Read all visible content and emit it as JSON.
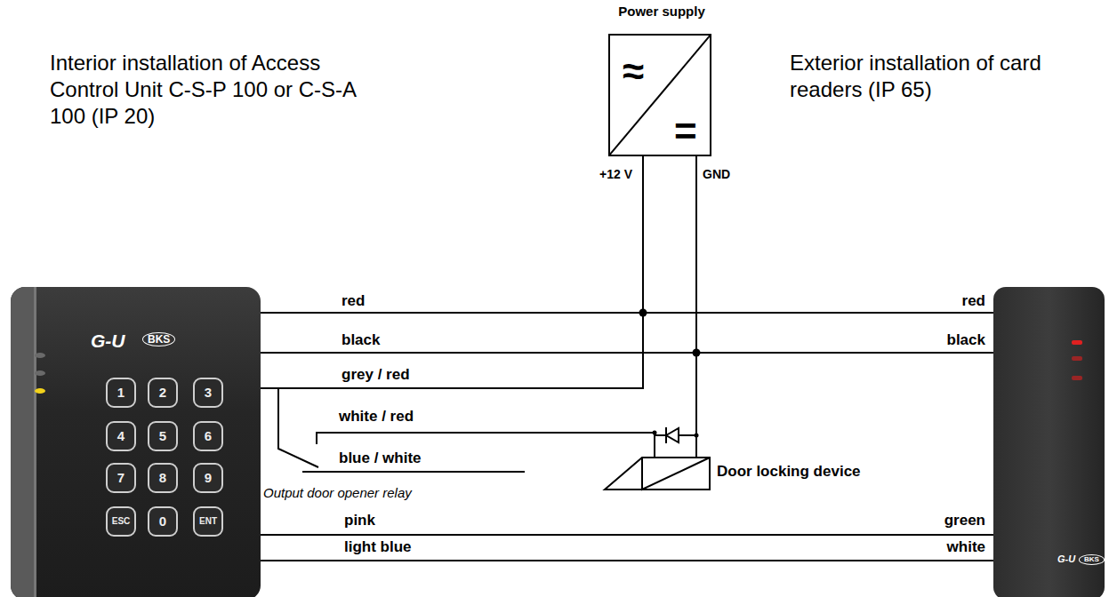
{
  "diagram": {
    "nodes": [
      {
        "text": [
          "Power supply",
          "≈",
          "="
        ]
      },
      {
        "text": [
          "G-U",
          "BKS",
          "1",
          "2",
          "3",
          "4",
          "5",
          "6",
          "7",
          "8",
          "9",
          "ESC",
          "0",
          "ENT"
        ]
      },
      {
        "text": [
          "G-U",
          "BKS"
        ]
      },
      {
        "text": [
          "Door locking device"
        ]
      }
    ],
    "edges": [
      {
        "from": 0,
        "to": 1,
        "arrow": "none"
      },
      {
        "from": 0,
        "to": 2,
        "arrow": "none"
      },
      {
        "from": 0,
        "to": 1,
        "arrow": "none"
      },
      {
        "from": 0,
        "to": 2,
        "arrow": "none"
      },
      {
        "from": 0,
        "to": 1,
        "arrow": "none"
      },
      {
        "from": 0,
        "to": 3,
        "arrow": "none"
      },
      {
        "from": 1,
        "to": 2,
        "arrow": "none"
      },
      {
        "from": 1,
        "to": 2,
        "arrow": "none"
      }
    ],
    "labels": [
      "Interior installation of Access Control Unit C-S-P 100 or C-S-A 100 (IP 20)",
      "Exterior installation of card readers (IP 65)",
      "+12 V",
      "GND",
      "red",
      "black",
      "grey / red",
      "white / red",
      "blue / white",
      "Output door opener relay",
      "pink",
      "light blue",
      "red",
      "black",
      "green",
      "white"
    ]
  }
}
